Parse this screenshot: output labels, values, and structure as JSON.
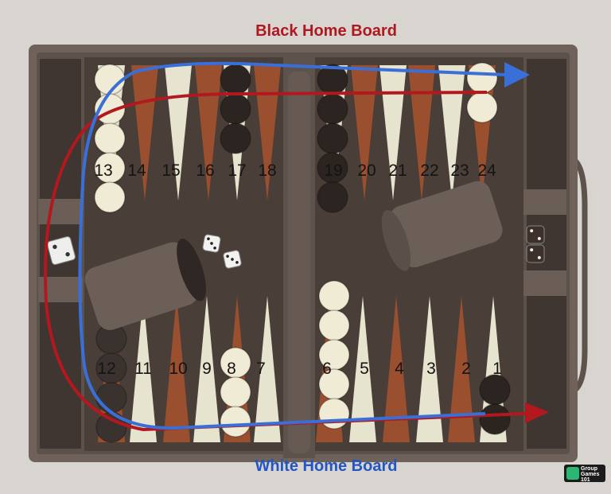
{
  "labels": {
    "top": "Black Home Board",
    "bottom": "White Home Board"
  },
  "logo": {
    "line1": "Group",
    "line2": "Games",
    "line3": "101"
  },
  "points": [
    "1",
    "2",
    "3",
    "4",
    "5",
    "6",
    "7",
    "8",
    "9",
    "10",
    "11",
    "12",
    "13",
    "14",
    "15",
    "16",
    "17",
    "18",
    "19",
    "20",
    "21",
    "22",
    "23",
    "24"
  ],
  "colors": {
    "red_arrow": "#b3181e",
    "blue_arrow": "#3a6fd8",
    "board_felt": "#4a3e38",
    "case_frame": "#6e625b",
    "cream_point": "#e6e3cf",
    "rust_point": "#9a4f2e",
    "white_checker": "#f0ebd4",
    "black_checker": "#2b2420"
  },
  "dice": [
    {
      "name": "die-left-field",
      "value": 2
    },
    {
      "name": "die-top-center-a",
      "value": 3
    },
    {
      "name": "die-top-center-b",
      "value": 3
    },
    {
      "name": "die-right-bar-a",
      "value": 2
    },
    {
      "name": "die-right-bar-b",
      "value": 2
    }
  ]
}
